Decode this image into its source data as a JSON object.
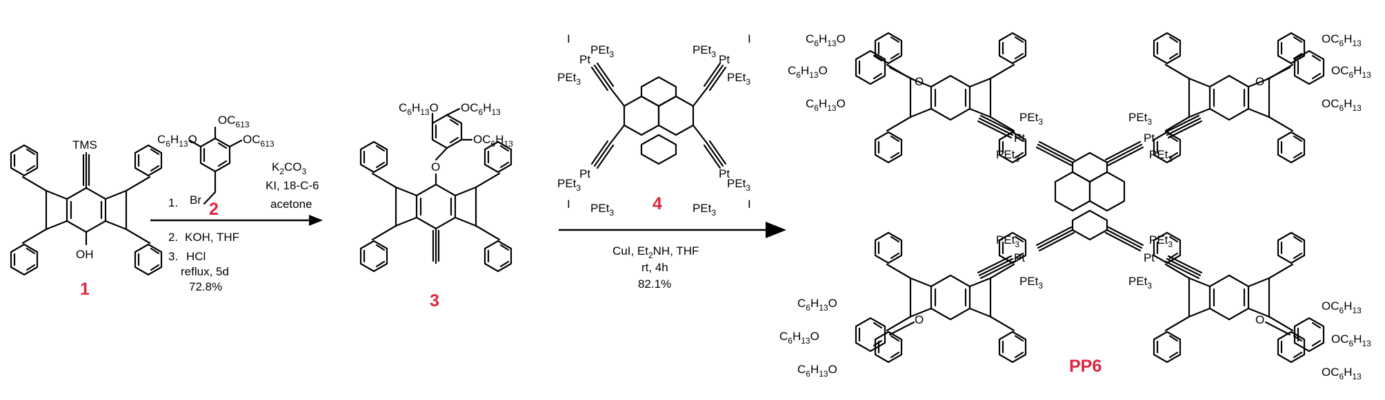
{
  "colors": {
    "compound_number": "#e0243c",
    "ink": "#000000",
    "background": "#ffffff"
  },
  "compound_numbers": {
    "c1": "1",
    "c2": "2",
    "c3": "3",
    "c4": "4",
    "product": "PP6"
  },
  "compound1_labels": {
    "tms": "TMS",
    "oh": "OH"
  },
  "compound2_labels": {
    "br": "Br",
    "o_top": "OC",
    "o_top_sub": "6",
    "o_top_sub2": "13",
    "c_left": "C",
    "c_left_sub": "6",
    "c_left_sub2": "H",
    "c_left_sub3": "13",
    "c_left_o": "O",
    "o_right": "OC",
    "o_right_sub": "6",
    "o_right_sub2": "13"
  },
  "compound3_labels": {
    "o_bridge": "O",
    "c_left": "C",
    "c_left_sub": "6",
    "c_left_h": "H",
    "c_left_sub2": "13",
    "c_left_o": "O",
    "o_top": "OC",
    "o_top_sub": "6",
    "o_top_h": "H",
    "o_top_sub2": "13",
    "o_right": "OC",
    "o_right_sub": "6",
    "o_right_h": "H",
    "o_right_sub2": "13"
  },
  "compound4_labels": {
    "i": "I",
    "pet": "PEt",
    "pet_sub": "3",
    "pt": "Pt"
  },
  "step1": {
    "n1": "1.",
    "r1a": "K",
    "r1a_sub": "2",
    "r1b": "CO",
    "r1b_sub": "3",
    "r1c": "KI, 18-C-6",
    "r1d": "acetone",
    "n2": "2.",
    "r2": "KOH, THF",
    "n3": "3.",
    "r3": "HCl",
    "r3b": "reflux, 5d",
    "yield": "72.8%"
  },
  "step2": {
    "r1a": "CuI, Et",
    "r1a_sub": "2",
    "r1b": "NH, THF",
    "r2": "rt, 4h",
    "yield": "82.1%"
  },
  "pp6_labels": {
    "o": "O",
    "oc": "OC",
    "c": "C",
    "h": "H",
    "six": "6",
    "thirteen": "13",
    "pet": "PEt",
    "three": "3",
    "pt": "Pt"
  }
}
